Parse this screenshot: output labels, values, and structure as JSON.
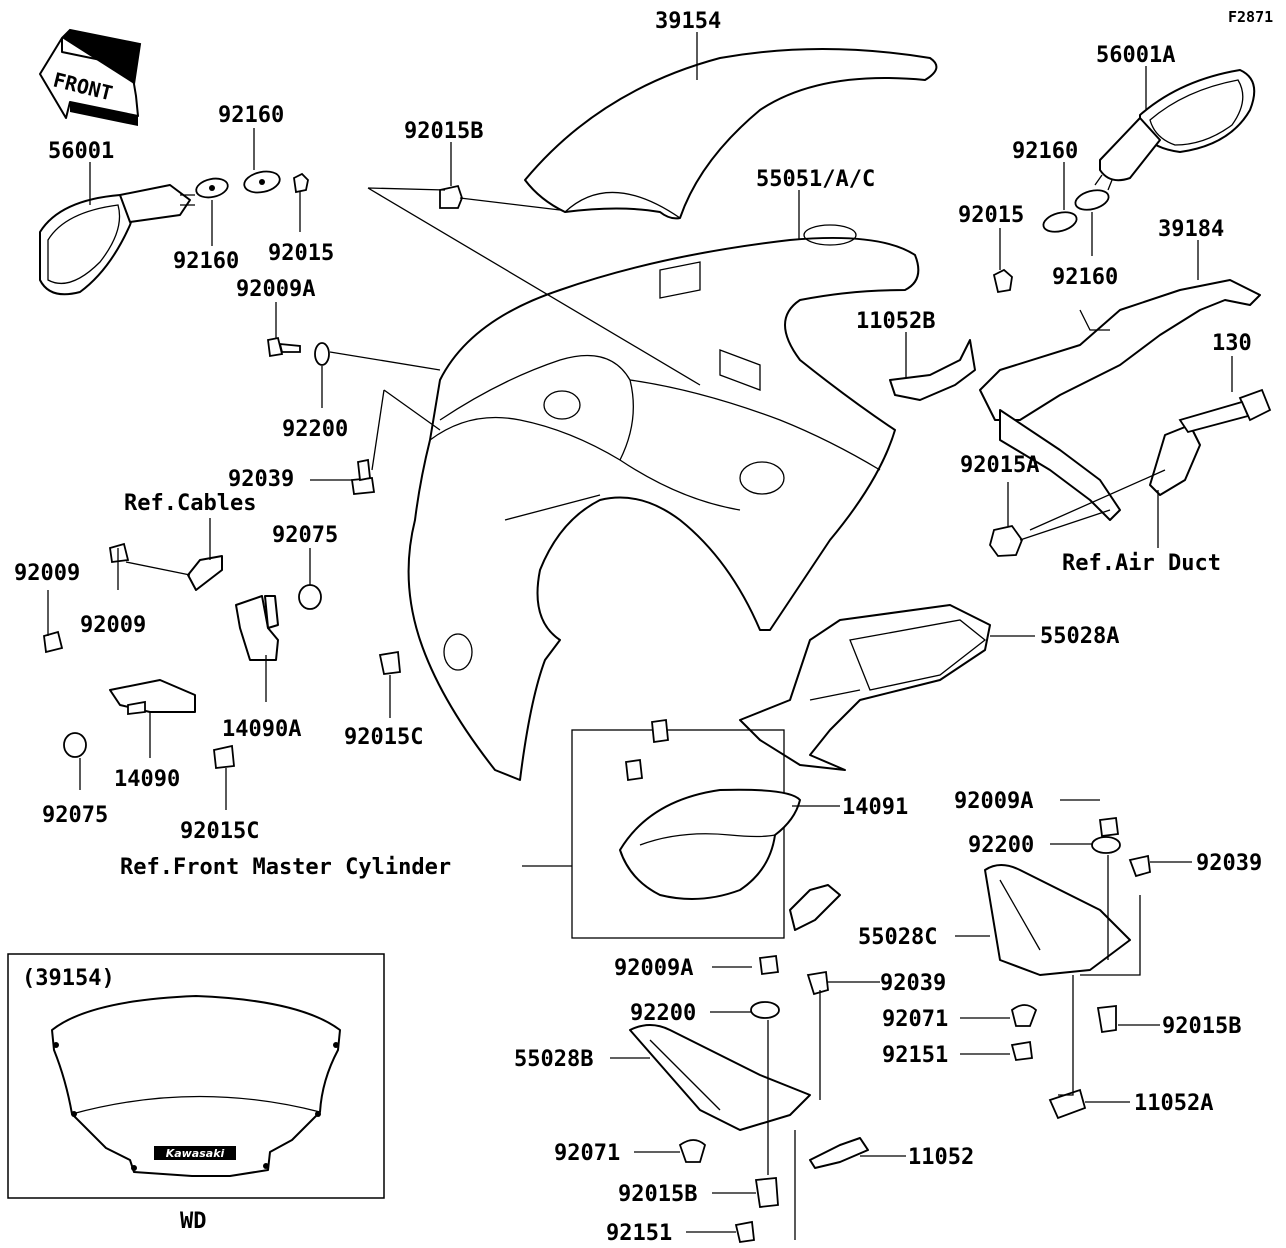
{
  "diagram": {
    "code": "F2871",
    "arrow_text": "FRONT",
    "labels": {
      "p39154": "39154",
      "p56001a": "56001A",
      "p56001": "56001",
      "p92160_top": "92160",
      "p92015b_top": "92015B",
      "p55051": "55051/A/C",
      "p92160_left": "92160",
      "p92015_left": "92015",
      "p92160_r1": "92160",
      "p92015_r": "92015",
      "p92160_r2": "92160",
      "p39184": "39184",
      "p92009a_left": "92009A",
      "p11052b": "11052B",
      "p130": "130",
      "p92200_left": "92200",
      "p92039_left": "92039",
      "p92015a": "92015A",
      "ref_cables": "Ref.Cables",
      "p92075_top": "92075",
      "ref_air_duct": "Ref.Air Duct",
      "p92009_l1": "92009",
      "p92009_l2": "92009",
      "p55028a": "55028A",
      "p14090a": "14090A",
      "p92015c_1": "92015C",
      "p14090": "14090",
      "p92075_bot": "92075",
      "p92015c_2": "92015C",
      "p14091": "14091",
      "p92009a_r": "92009A",
      "ref_master_cyl": "Ref.Front Master Cylinder",
      "p92200_r": "92200",
      "p92039_r": "92039",
      "p55028c": "55028C",
      "p92009a_c": "92009A",
      "p92039_c": "92039",
      "p92071_r": "92071",
      "p92015b_r": "92015B",
      "p92200_c": "92200",
      "p92151_r": "92151",
      "p55028b": "55028B",
      "p11052a": "11052A",
      "p92071_c": "92071",
      "p11052": "11052",
      "p92015b_c": "92015B",
      "p92151_c": "92151"
    },
    "inset": {
      "title": "(39154)",
      "logo": "Kawasaki",
      "caption": "WD"
    }
  }
}
